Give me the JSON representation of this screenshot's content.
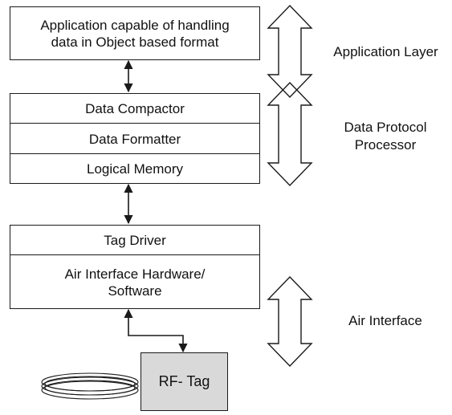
{
  "stack": {
    "app_box_line1": "Application capable of handling",
    "app_box_line2": "data in Object based format",
    "processor_rows": [
      "Data Compactor",
      "Data Formatter",
      "Logical Memory"
    ],
    "driver_rows": [
      "Tag Driver",
      "Air Interface Hardware/",
      "Software"
    ],
    "rf_tag": "RF- Tag"
  },
  "layers": {
    "application": "Application Layer",
    "processor_line1": "Data Protocol",
    "processor_line2": "Processor",
    "air": "Air Interface"
  }
}
